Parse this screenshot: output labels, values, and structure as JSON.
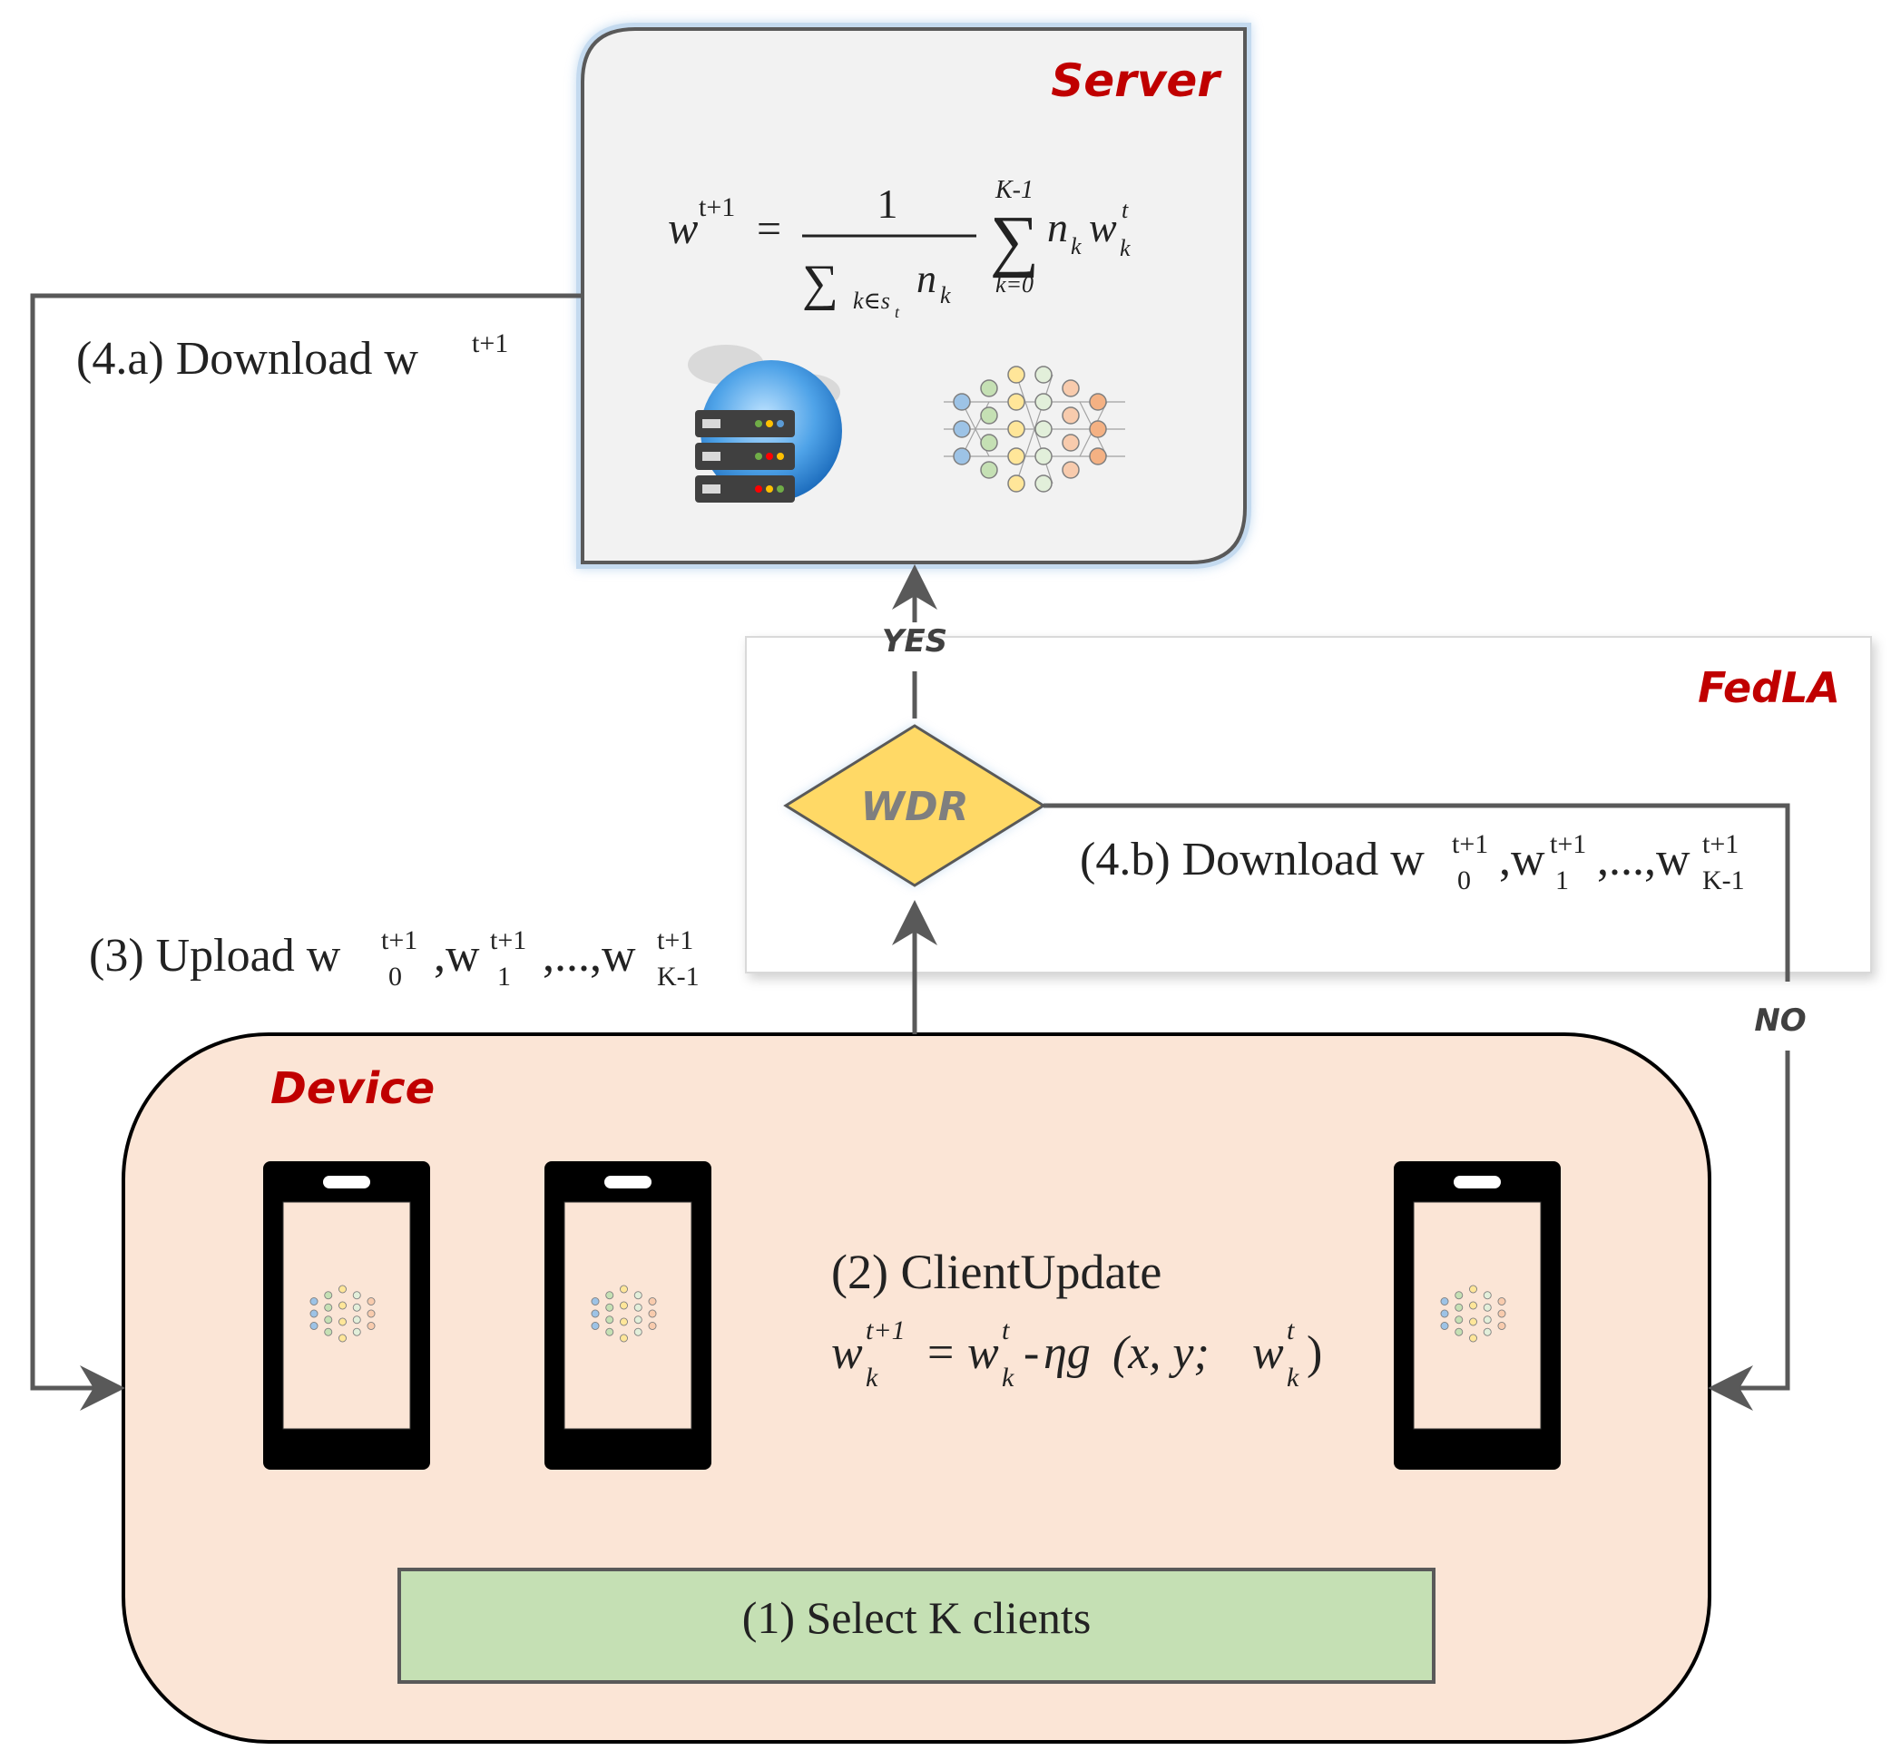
{
  "server": {
    "title": "Server",
    "equation": {
      "lhs_base": "w",
      "lhs_sup": "t+1",
      "equals": "=",
      "numerator": "1",
      "denominator_sigma": "∑",
      "denominator_sub": "k∈s",
      "denominator_sub2": "t",
      "denominator_term": "n",
      "denominator_term_sub": "k",
      "sum_sign": "∑",
      "sum_upper": "K-1",
      "sum_lower": "k=0",
      "term_n": "n",
      "term_n_sub": "k",
      "term_w": "w",
      "term_w_sub": "k",
      "term_w_sup": "t"
    }
  },
  "fedla": {
    "title": "FedLA",
    "decision_label": "WDR",
    "yes_label": "YES",
    "no_label": "NO"
  },
  "device": {
    "title": "Device",
    "client_update": {
      "label": "(2) ClientUpdate",
      "lhs_base": "w",
      "lhs_sub": "k",
      "lhs_sup": "t+1",
      "equals": "=",
      "rhs_base": "w",
      "rhs_sub": "k",
      "rhs_sup": "t",
      "minus": "-",
      "eta_g": "ηg",
      "args_open": "(x, y; ",
      "arg_w": "w",
      "arg_w_sub": "k",
      "arg_w_sup": "t",
      "args_close": ")"
    },
    "select_label": "(1) Select K clients"
  },
  "edges": {
    "download_a": {
      "prefix": "(4.a) Download w",
      "sup": "t+1"
    },
    "upload": {
      "prefix": "(3) Upload w",
      "s0_sup": "t+1",
      "s0_sub": "0",
      "sep1": ",w",
      "s1_sup": "t+1",
      "s1_sub": "1",
      "sep2": ",...,w",
      "s2_sup": "t+1",
      "s2_sub": "K-1"
    },
    "download_b": {
      "prefix": "(4.b) Download w",
      "s0_sup": "t+1",
      "s0_sub": "0",
      "sep1": ",w",
      "s1_sup": "t+1",
      "s1_sub": "1",
      "sep2": ",...,w",
      "s2_sup": "t+1",
      "s2_sub": "K-1"
    }
  },
  "colors": {
    "title_red": "#c00000",
    "server_fill": "#f2f2f2",
    "server_glow": "#9dc3e6",
    "device_fill": "#fbe5d6",
    "select_fill": "#c5e0b4",
    "diamond_fill": "#ffd966",
    "line_gray": "#595959",
    "phone_black": "#000000"
  },
  "icons": [
    "server-rack-globe-icon",
    "neural-network-icon",
    "smartphone-icon"
  ]
}
